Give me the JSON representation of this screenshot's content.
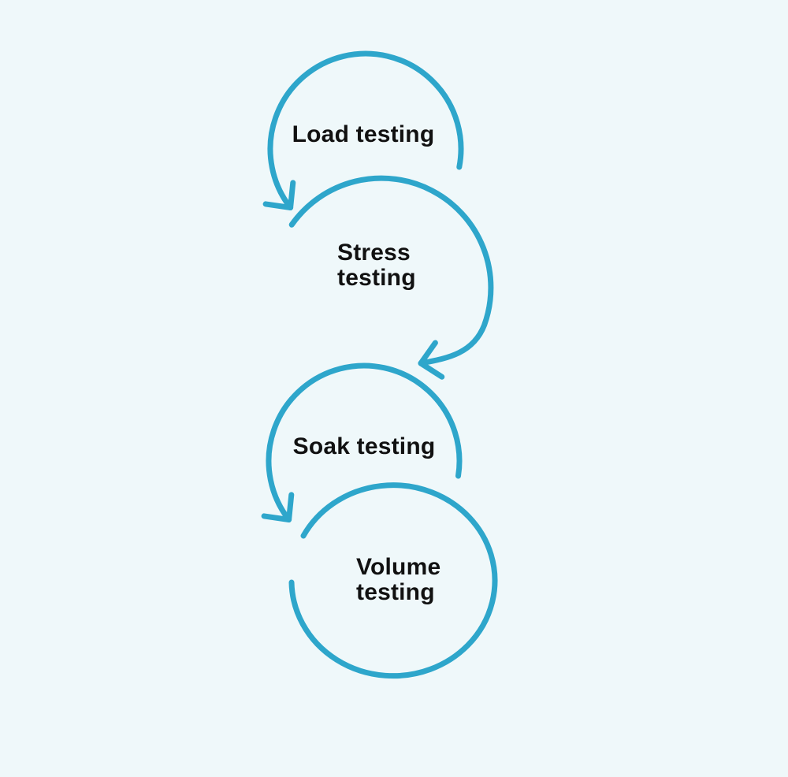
{
  "diagram": {
    "type": "cycle-flow",
    "description": "Four looping arcs connected by chevron arrows showing performance testing sequence",
    "colors": {
      "background": "#EFF8FA",
      "stroke": "#2EA6CB",
      "text": "#111111"
    },
    "labels": {
      "load": {
        "line1": "Load testing"
      },
      "stress": {
        "line1": "Stress",
        "line2": "testing"
      },
      "soak": {
        "line1": "Soak testing"
      },
      "volume": {
        "line1": "Volume",
        "line2": "testing"
      }
    },
    "flow_order": [
      "Load testing",
      "Stress testing",
      "Soak testing",
      "Volume testing"
    ]
  }
}
